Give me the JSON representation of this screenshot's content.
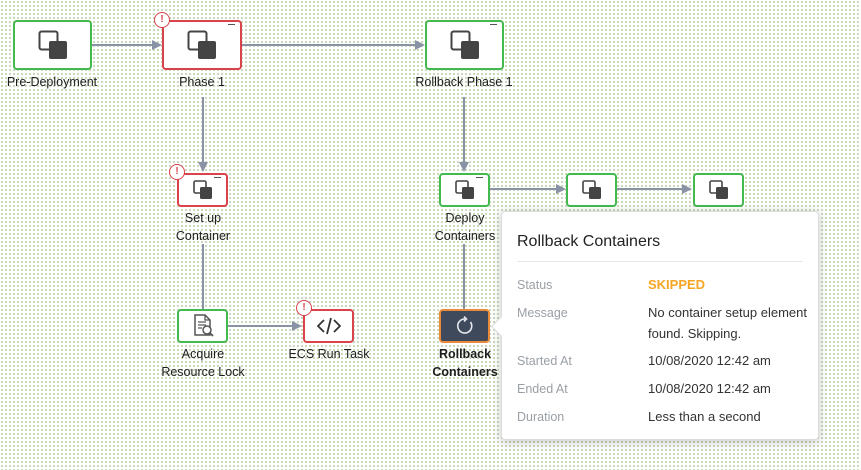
{
  "nodes": {
    "pre_deployment": {
      "label": "Pre-Deployment"
    },
    "phase_1": {
      "label": "Phase 1",
      "alert": "!"
    },
    "rollback_phase_1": {
      "label": "Rollback Phase 1"
    },
    "set_up_container": {
      "label_line1": "Set up",
      "label_line2": "Container",
      "alert": "!"
    },
    "deploy_containers": {
      "label_line1": "Deploy",
      "label_line2": "Containers"
    },
    "acquire_resource_lock": {
      "label_line1": "Acquire",
      "label_line2": "Resource Lock"
    },
    "ecs_run_task": {
      "label": "ECS Run Task",
      "alert": "!"
    },
    "rollback_containers": {
      "label_line1": "Rollback",
      "label_line2": "Containers"
    }
  },
  "popover": {
    "title": "Rollback Containers",
    "status_label": "Status",
    "status_value": "SKIPPED",
    "message_label": "Message",
    "message_value": "No container setup element found. Skipping.",
    "started_label": "Started At",
    "started_value": "10/08/2020 12:42 am",
    "ended_label": "Ended At",
    "ended_value": "10/08/2020 12:42 am",
    "duration_label": "Duration",
    "duration_value": "Less than a second"
  },
  "colors": {
    "success_border": "#43b94e",
    "failed_border": "#d9434b",
    "selected_fill": "#3f4a5c",
    "selected_border": "#e98b3a",
    "skipped_text": "#f5a623",
    "edge": "#8a93a6"
  }
}
